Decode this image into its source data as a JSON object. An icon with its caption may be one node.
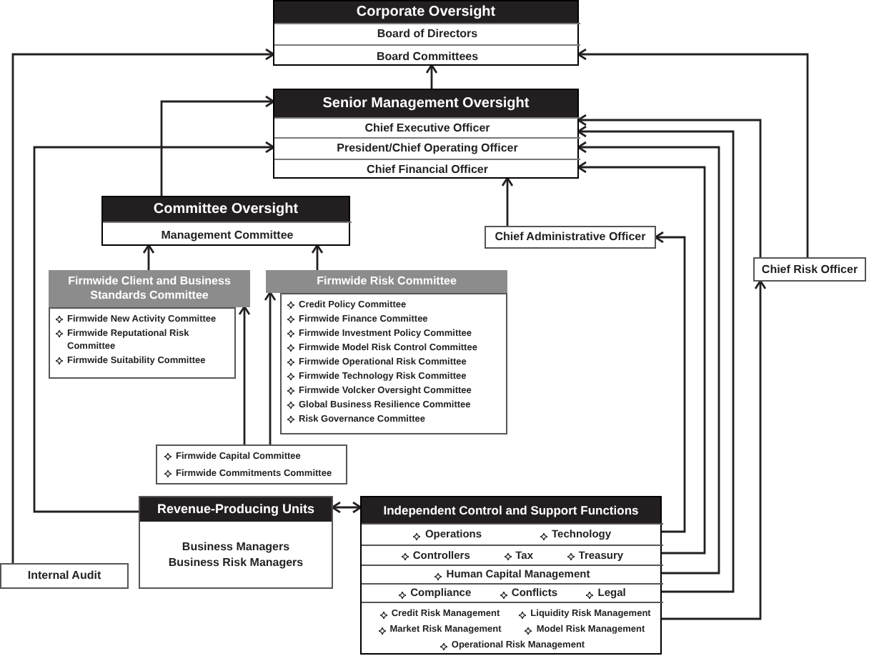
{
  "diagram": {
    "nodes": [
      {
        "text": [
          "Corporate Oversight"
        ]
      },
      {
        "text": [
          "Board of Directors"
        ],
        "in": 0
      },
      {
        "text": [
          "Board Committees"
        ],
        "in": 0
      },
      {
        "text": [
          "Senior Management Oversight"
        ]
      },
      {
        "text": [
          "Chief Executive Officer"
        ],
        "in": 3
      },
      {
        "text": [
          "President/Chief Operating Officer"
        ],
        "in": 3
      },
      {
        "text": [
          "Chief Financial Officer"
        ],
        "in": 3
      },
      {
        "text": [
          "Committee Oversight"
        ]
      },
      {
        "text": [
          "Management Committee"
        ],
        "in": 7
      },
      {
        "text": [
          "Chief Administrative Officer"
        ]
      },
      {
        "text": [
          "Chief Risk Officer"
        ]
      },
      {
        "text": [
          "Firmwide Client and Business Standards Committee"
        ]
      },
      {
        "text": [
          "Firmwide New Activity Committee",
          "Firmwide Reputational Risk Committee",
          "Firmwide Suitability Committee"
        ]
      },
      {
        "text": [
          "Firmwide Risk Committee"
        ]
      },
      {
        "text": [
          "Credit Policy Committee",
          "Firmwide Finance Committee",
          "Firmwide Investment Policy Committee",
          "Firmwide Model Risk Control Committee",
          "Firmwide Operational Risk Committee",
          "Firmwide Technology Risk Committee",
          "Firmwide Volcker Oversight Committee",
          "Global Business Resilience Committee",
          "Risk Governance Committee"
        ]
      },
      {
        "text": [
          "Firmwide Capital Committee",
          "Firmwide Commitments Committee"
        ]
      },
      {
        "text": [
          "Revenue-Producing Units",
          "Business Managers",
          "Business Risk Managers"
        ]
      },
      {
        "text": [
          "Independent Control and Support Functions"
        ]
      },
      {
        "text": [
          "Operations",
          "Technology"
        ],
        "in": 17
      },
      {
        "text": [
          "Controllers",
          "Tax",
          "Treasury"
        ],
        "in": 17
      },
      {
        "text": [
          "Human Capital Management"
        ],
        "in": 17
      },
      {
        "text": [
          "Compliance",
          "Conflicts",
          "Legal"
        ],
        "in": 17
      },
      {
        "text": [
          "Credit Risk Management",
          "Liquidity Risk Management",
          "Market Risk Management",
          "Model Risk Management",
          "Operational Risk Management"
        ],
        "in": 17
      },
      {
        "text": [
          "Internal Audit"
        ]
      }
    ],
    "edges": [
      {
        "from": 23,
        "to": 2,
        "arrow": "to"
      },
      {
        "from": 10,
        "to": 2,
        "arrow": "to"
      },
      {
        "from": 3,
        "to": 2,
        "arrow": "to"
      },
      {
        "from": 7,
        "to": 3,
        "arrow": "to"
      },
      {
        "from": 16,
        "to": 5,
        "arrow": "to"
      },
      {
        "from": 9,
        "to": 6,
        "arrow": "to"
      },
      {
        "from": 18,
        "to": 9,
        "arrow": "to"
      },
      {
        "from": 19,
        "to": 6,
        "arrow": "to"
      },
      {
        "from": 20,
        "to": 5,
        "arrow": "to"
      },
      {
        "from": 21,
        "to": 4,
        "arrow": "to"
      },
      {
        "from": 10,
        "to": 4,
        "arrow": "to"
      },
      {
        "from": 22,
        "to": 10,
        "arrow": "to"
      },
      {
        "from": 11,
        "to": 8,
        "arrow": "to"
      },
      {
        "from": 13,
        "to": 8,
        "arrow": "to"
      },
      {
        "from": 15,
        "to": 11,
        "arrow": "to"
      },
      {
        "from": 15,
        "to": 13,
        "arrow": "to"
      },
      {
        "from": 16,
        "to": 17,
        "arrow": "both"
      }
    ]
  }
}
